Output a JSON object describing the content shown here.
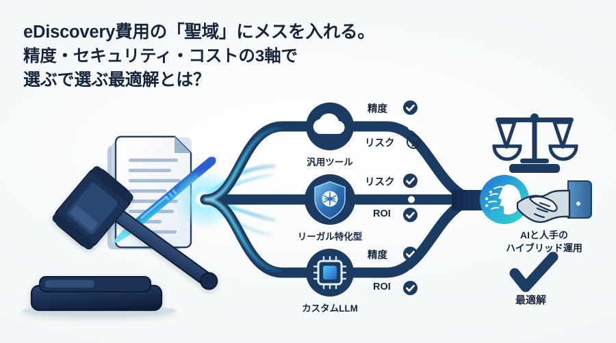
{
  "meta": {
    "background_color": "#f4f7f9",
    "ink_color": "#16253d",
    "line_color": "#1b3b63",
    "glow_color": "#3fd2f2",
    "accent_color": "#2b7fd4"
  },
  "title": {
    "line1": "eDiscovery費用の「聖域」にメスを入れる。",
    "line2": "精度・セキュリティ・コストの3軸で",
    "line3": "選ぶで選ぶ最適解とは？"
  },
  "source": {
    "gavel_icon": "gavel-icon",
    "documents_icon": "document-stack-icon",
    "scalpel_icon": "scalpel-icon",
    "glow_icon": "light-beam-icon"
  },
  "branches": [
    {
      "id": "general-tool",
      "node_icon": "cloud-icon",
      "label": "汎用ツール",
      "metrics": [
        {
          "label": "精度",
          "status": "ok",
          "icon": "check-circle-icon"
        },
        {
          "label": "リスク",
          "status": "no",
          "icon": "x-circle-icon"
        }
      ]
    },
    {
      "id": "legal-specialized",
      "node_icon": "shield-brain-icon",
      "label": "リーガル特化型",
      "metrics": [
        {
          "label": "リスク",
          "status": "ok",
          "icon": "check-circle-icon"
        },
        {
          "label": "ROI",
          "status": "ok",
          "icon": "check-circle-icon"
        }
      ]
    },
    {
      "id": "custom-llm",
      "node_icon": "cpu-chip-icon",
      "label": "カスタムLLM",
      "metrics": [
        {
          "label": "精度",
          "status": "ok",
          "icon": "check-circle-icon"
        },
        {
          "label": "ROI",
          "status": "ok",
          "icon": "check-circle-icon"
        }
      ]
    }
  ],
  "outcome": {
    "scales_icon": "scales-of-justice-icon",
    "handshake_icon": "ai-human-handshake-icon",
    "label_line1": "AIと人手の",
    "label_line2": "ハイブリッド運用",
    "check_icon": "check-mark-icon",
    "conclusion": "最適解"
  }
}
